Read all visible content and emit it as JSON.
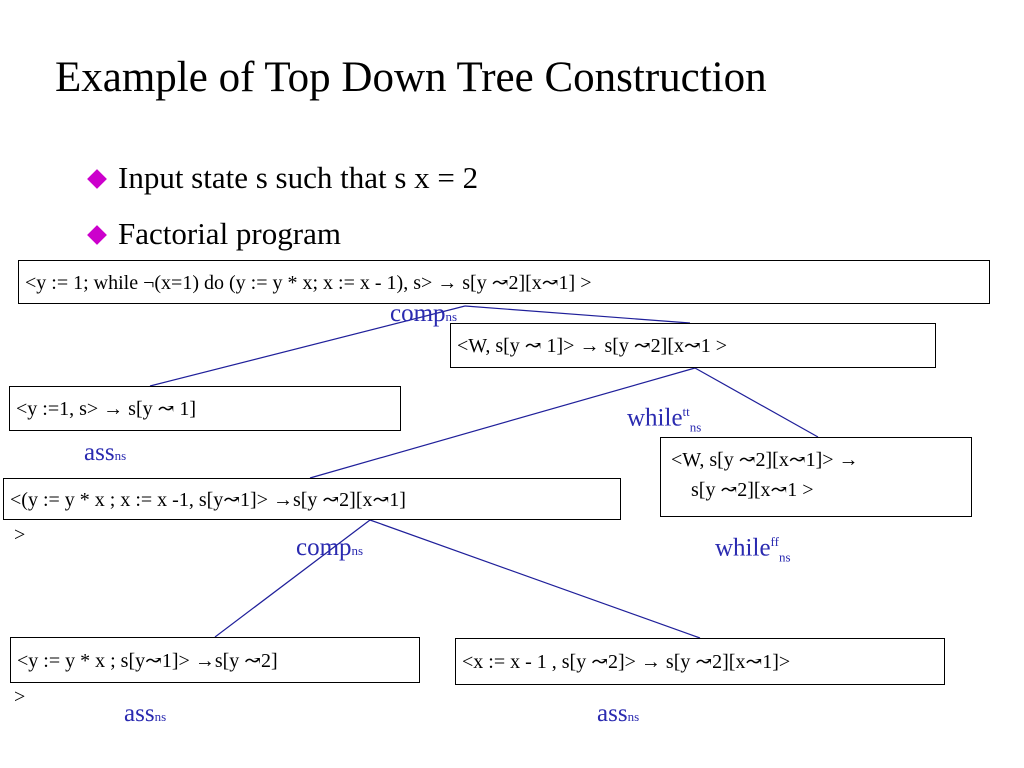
{
  "title": "Example of Top Down Tree Construction",
  "bullets": [
    "Input state s such that s x   = 2",
    "Factorial program"
  ],
  "nodes": {
    "root": "<y := 1; while ¬(x=1) do (y := y * x; x := x - 1), s> →     s[y ↝2][x↝1]         >",
    "while_node": "<W, s[y ↝ 1]>      → s[y ↝2][x↝1        >",
    "assign_y1": "<y :=1, s> →   s[y ↝ 1]",
    "body": "<(y := y * x ; x := x  -1, s[y↝1]> →s[y ↝2][x↝1]",
    "body_cont": ">",
    "while_ff_line1": "<W, s[y ↝2][x↝1]>  →",
    "while_ff_line2": "s[y ↝2][x↝1        >",
    "assign_y": "<y := y * x ; s[y↝1]> →s[y ↝2]",
    "assign_y_cont": ">",
    "assign_x": "<x := x  - 1 , s[y ↝2]>  → s[y ↝2][x↝1]>"
  },
  "labels": {
    "comp1": {
      "main": "comp",
      "sub": "ns"
    },
    "while_tt": {
      "main": "while",
      "sup": "tt",
      "sub": "ns"
    },
    "ass1": {
      "main": "ass",
      "sub": "ns"
    },
    "comp2": {
      "main": "comp",
      "sub": "ns"
    },
    "while_ff": {
      "main": "while",
      "sup": "ff",
      "sub": "ns"
    },
    "ass2": {
      "main": "ass",
      "sub": "ns"
    },
    "ass3": {
      "main": "ass",
      "sub": "ns"
    }
  },
  "colors": {
    "label": "#2a2ab0",
    "bullet": "#cc00cc",
    "edge": "#1f1f9a"
  }
}
